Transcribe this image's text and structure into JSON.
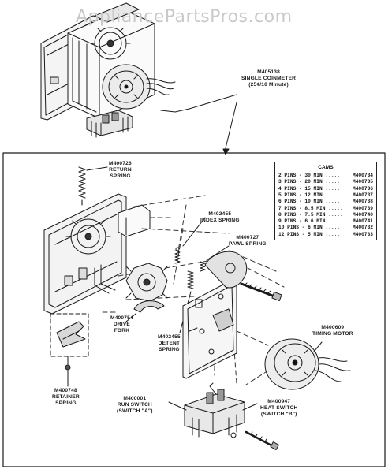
{
  "watermark": "AppliancePartsPros.com",
  "labels": {
    "coinmeter": [
      "M405138",
      "SINGLE COINMETER",
      "(25¢/10 Minute)"
    ],
    "return_spring": [
      "M400726",
      "RETURN",
      "SPRING"
    ],
    "index_spring": [
      "M402455",
      "INDEX SPRING"
    ],
    "pawl_spring": [
      "M400727",
      "PAWL SPRING"
    ],
    "drive_fork": [
      "M400754",
      "DRIVE",
      "FORK"
    ],
    "detent_spring": [
      "M402455",
      "DETENT",
      "SPRING"
    ],
    "timing_motor": [
      "M400609",
      "TIMING MOTOR"
    ],
    "retainer_spring": [
      "M400748",
      "RETAINER",
      "SPRING"
    ],
    "run_switch": [
      "M400001",
      "RUN SWITCH",
      "(SWITCH \"A\")"
    ],
    "heat_switch": [
      "M400947",
      "HEAT SWITCH",
      "(SWITCH \"B\")"
    ]
  },
  "cams": {
    "title": "CAMS",
    "rows": [
      {
        "pins": "2 PINS - 30 MIN",
        "part": "M400734"
      },
      {
        "pins": "3 PINS - 20 MIN",
        "part": "M400735"
      },
      {
        "pins": "4 PINS - 15 MIN",
        "part": "M400736"
      },
      {
        "pins": "5 PINS - 12 MIN",
        "part": "M400737"
      },
      {
        "pins": "6 PINS - 10 MIN",
        "part": "M400738"
      },
      {
        "pins": "7 PINS - 8.5 MIN",
        "part": "M400739"
      },
      {
        "pins": "8 PINS - 7.5 MIN",
        "part": "M400740"
      },
      {
        "pins": "9 PINS - 6.6 MIN",
        "part": "M400741"
      },
      {
        "pins": "10 PINS - 6 MIN",
        "part": "M400732"
      },
      {
        "pins": "12 PINS - 5 MIN",
        "part": "M400733"
      }
    ]
  }
}
